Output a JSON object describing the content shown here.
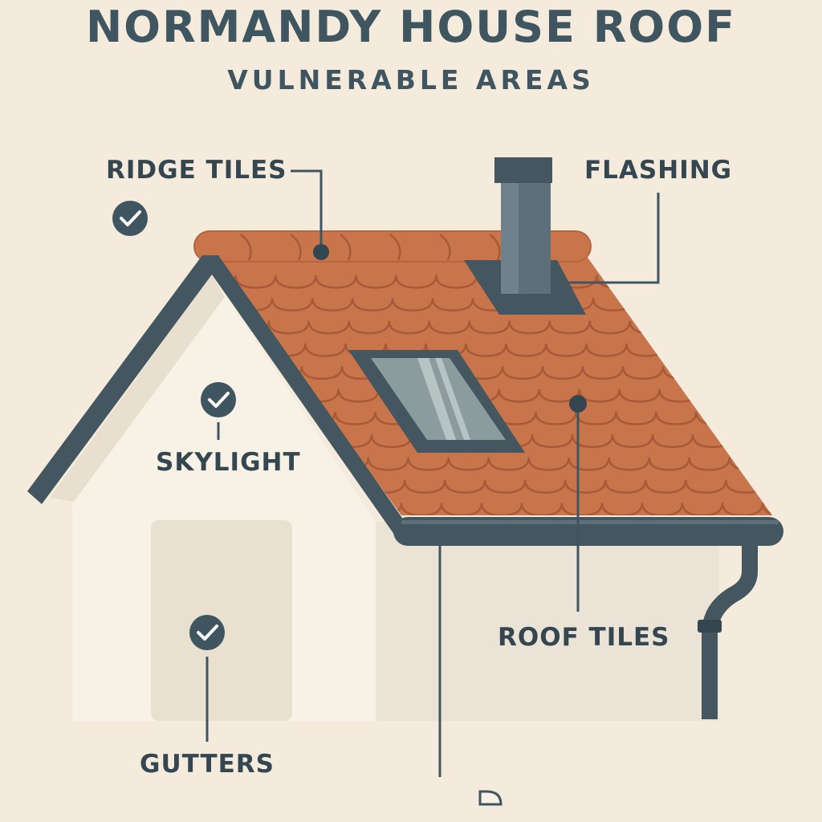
{
  "header": {
    "title": "NORMANDY HOUSE ROOF",
    "subtitle": "VULNERABLE AREAS"
  },
  "labels": {
    "ridge_tiles": "RIDGE TILES",
    "flashing": "FLASHING",
    "skylight": "SKYLIGHT",
    "roof_tiles": "ROOF TILES",
    "gutters": "GUTTERS"
  },
  "colors": {
    "background": "#f4ebdd",
    "roof_tile": "#c8754c",
    "tile_edge": "#a85a38",
    "outline": "#44565f",
    "wall_front": "#f8f2e6",
    "wall_side": "#ebe3d5",
    "door": "#e9e0d0",
    "glass": "#8c9c9e",
    "text": "#34464f"
  },
  "icons": {
    "check": "check-circle-icon",
    "downspout": "downspout-icon"
  }
}
